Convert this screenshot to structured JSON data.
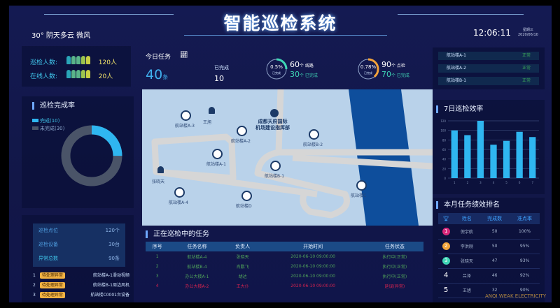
{
  "header": {
    "title": "智能巡检系统",
    "weather": "30°  阴天多云  微风",
    "time": "12:06:11",
    "weekday": "星期三",
    "date": "2020/06/10"
  },
  "people": {
    "patrol_label": "巡检人数:",
    "patrol_value": "120人",
    "online_label": "在线人数:",
    "online_value": "20人"
  },
  "completion": {
    "title": "巡检完成率",
    "legend": [
      {
        "label": "完成(10)",
        "value": 10,
        "color": "#2fb6f0"
      },
      {
        "label": "未完成(30)",
        "value": 30,
        "color": "#4a5468"
      }
    ]
  },
  "stats": [
    {
      "label": "巡检点位",
      "value": "120个"
    },
    {
      "label": "巡检设备",
      "value": "30台"
    },
    {
      "label": "异常总数",
      "value": "90条"
    }
  ],
  "pending": [
    {
      "no": "1",
      "badge": "待处理异常",
      "text": "航站楼A-1滑动视频"
    },
    {
      "no": "2",
      "badge": "待处理异常",
      "text": "航站楼B-1周边风机"
    },
    {
      "no": "3",
      "badge": "待处理异常",
      "text": "航站楼C0001台设备"
    }
  ],
  "today": {
    "title": "今日任务",
    "total": "40",
    "total_unit": "条",
    "done_label": "已完成",
    "done_value": "10",
    "route": {
      "pct": "0.5%",
      "pct_label": "已完成",
      "pct_fraction": 0.5,
      "count": "60",
      "count_unit": "个 线路",
      "done": "30",
      "done_unit": "个 已完成"
    },
    "point": {
      "pct": "0.78%",
      "pct_label": "已完成",
      "pct_fraction": 0.78,
      "count": "90",
      "count_unit": "个 点检",
      "done": "70",
      "done_unit": "个 已完成"
    }
  },
  "map": {
    "hq": "成都天府国际\n机场建设指挥部",
    "markers": [
      "航站楼A-3",
      "王旭",
      "航站楼A-2",
      "航站楼B-2",
      "航站楼A-1",
      "张晓天",
      "航站楼B-1",
      "航站楼A-4",
      "航站楼D",
      "航站楼C"
    ]
  },
  "tasks": {
    "title": "正在巡检中的任务",
    "headers": [
      "序号",
      "任务名称",
      "负责人",
      "开始时间",
      "任务状态"
    ],
    "rows": [
      [
        "1",
        "航站楼A-4",
        "张晓天",
        "2020-06-10 09:00:00",
        "执行中(正常)"
      ],
      [
        "2",
        "航站楼B-4",
        "肖鹏飞",
        "2020-06-10 09:00:00",
        "执行中(正常)"
      ],
      [
        "3",
        "办公大楼A-1",
        "胡达",
        "2020-06-10 09:00:00",
        "执行中(正常)"
      ],
      [
        "4",
        "办公大楼A-2",
        "王大仆",
        "2020-06-10 09:00:00",
        "延误(异常)"
      ]
    ]
  },
  "buildings": [
    {
      "name": "航站楼A-1",
      "status": "正常"
    },
    {
      "name": "航站楼A-2",
      "status": "正常"
    },
    {
      "name": "航站楼B-1",
      "status": "正常"
    }
  ],
  "chart_data": {
    "type": "bar",
    "title": "7日巡检效率",
    "categories": [
      "1",
      "2",
      "3",
      "4",
      "5",
      "6",
      "7"
    ],
    "values": [
      100,
      90,
      120,
      70,
      78,
      97,
      86
    ],
    "ylim": [
      0,
      120
    ],
    "yticks": [
      "0",
      "20",
      "40",
      "60",
      "80",
      "100",
      "120"
    ],
    "grid": true,
    "color": "#2fb6f0"
  },
  "ranking": {
    "title": "本月任务绩效排名",
    "headers": [
      "姓名",
      "完成数",
      "准点率"
    ],
    "rows": [
      [
        "1",
        "倪宇航",
        "50",
        "100%"
      ],
      [
        "2",
        "李洪刚",
        "50",
        "95%"
      ],
      [
        "3",
        "张晓天",
        "47",
        "93%"
      ],
      [
        "4",
        "吕泽",
        "46",
        "92%"
      ],
      [
        "5",
        "王旭",
        "32",
        "90%"
      ]
    ],
    "medal_colors": [
      "#d8287a",
      "#f2a33a",
      "#3fd6b5"
    ]
  },
  "watermark": "ANQI WEAK ELECTRICITY"
}
